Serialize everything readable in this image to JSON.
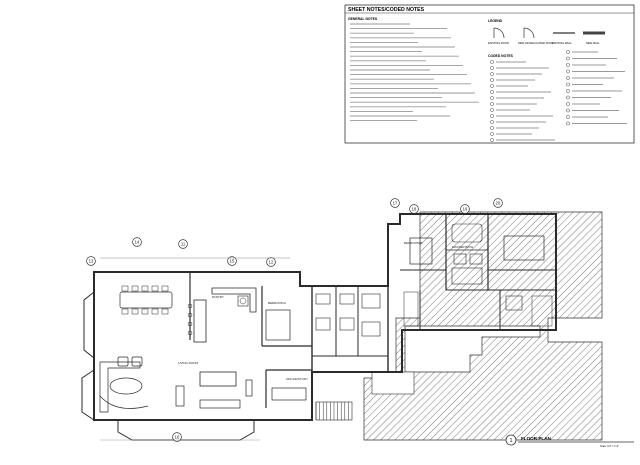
{
  "sheet_notes": {
    "title": "SHEET NOTES/CODED NOTES",
    "general_notes_heading": "GENERAL NOTES",
    "legend_heading": "LEGEND",
    "legend_items": [
      "EXISTING DOOR",
      "NEW OR RELOCATED DOOR",
      "EXISTING WALL",
      "NEW WALL"
    ],
    "coded_notes_heading": "CODED NOTES"
  },
  "rooms": {
    "living_room": "LIVING ROOM",
    "bedroom_a": "BEDROOM A",
    "bedroom_b": "BEDROOM B",
    "master_bath": "MASTER BATH",
    "office": "OFFICE/STUDY",
    "pantry": "PANTRY"
  },
  "title_block": {
    "number": "1",
    "label": "FLOOR PLAN",
    "scale": "Scale: 1/4\" = 1'-0\""
  },
  "callouts": [
    "13",
    "14",
    "11",
    "15",
    "12",
    "17",
    "18",
    "19",
    "20",
    "16"
  ],
  "colors": {
    "line": "#2b2b2b",
    "light": "#888888",
    "hatch": "#555555"
  }
}
